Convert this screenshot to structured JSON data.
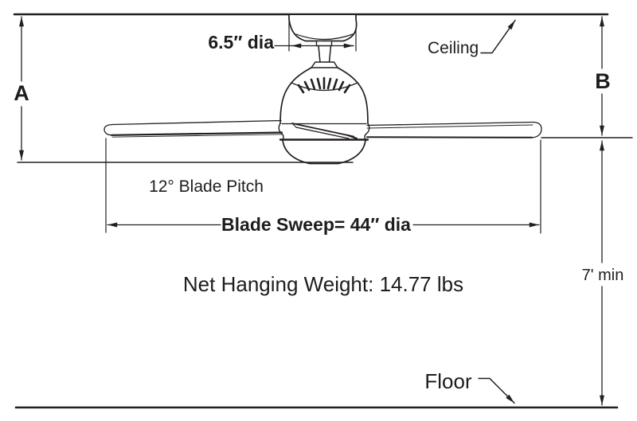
{
  "diagram": {
    "type": "ceiling-fan-mounting-dimensions",
    "labels": {
      "canopy_dia": "6.5″ dia",
      "ceiling": "Ceiling",
      "dim_a": "A",
      "dim_b": "B",
      "blade_pitch": "12° Blade Pitch",
      "blade_sweep": "Blade Sweep= 44″ dia",
      "net_weight": "Net Hanging Weight: 14.77 lbs",
      "min_clearance": "7' min",
      "floor": "Floor"
    },
    "colors": {
      "ink": "#231f20",
      "background": "#ffffff"
    }
  }
}
